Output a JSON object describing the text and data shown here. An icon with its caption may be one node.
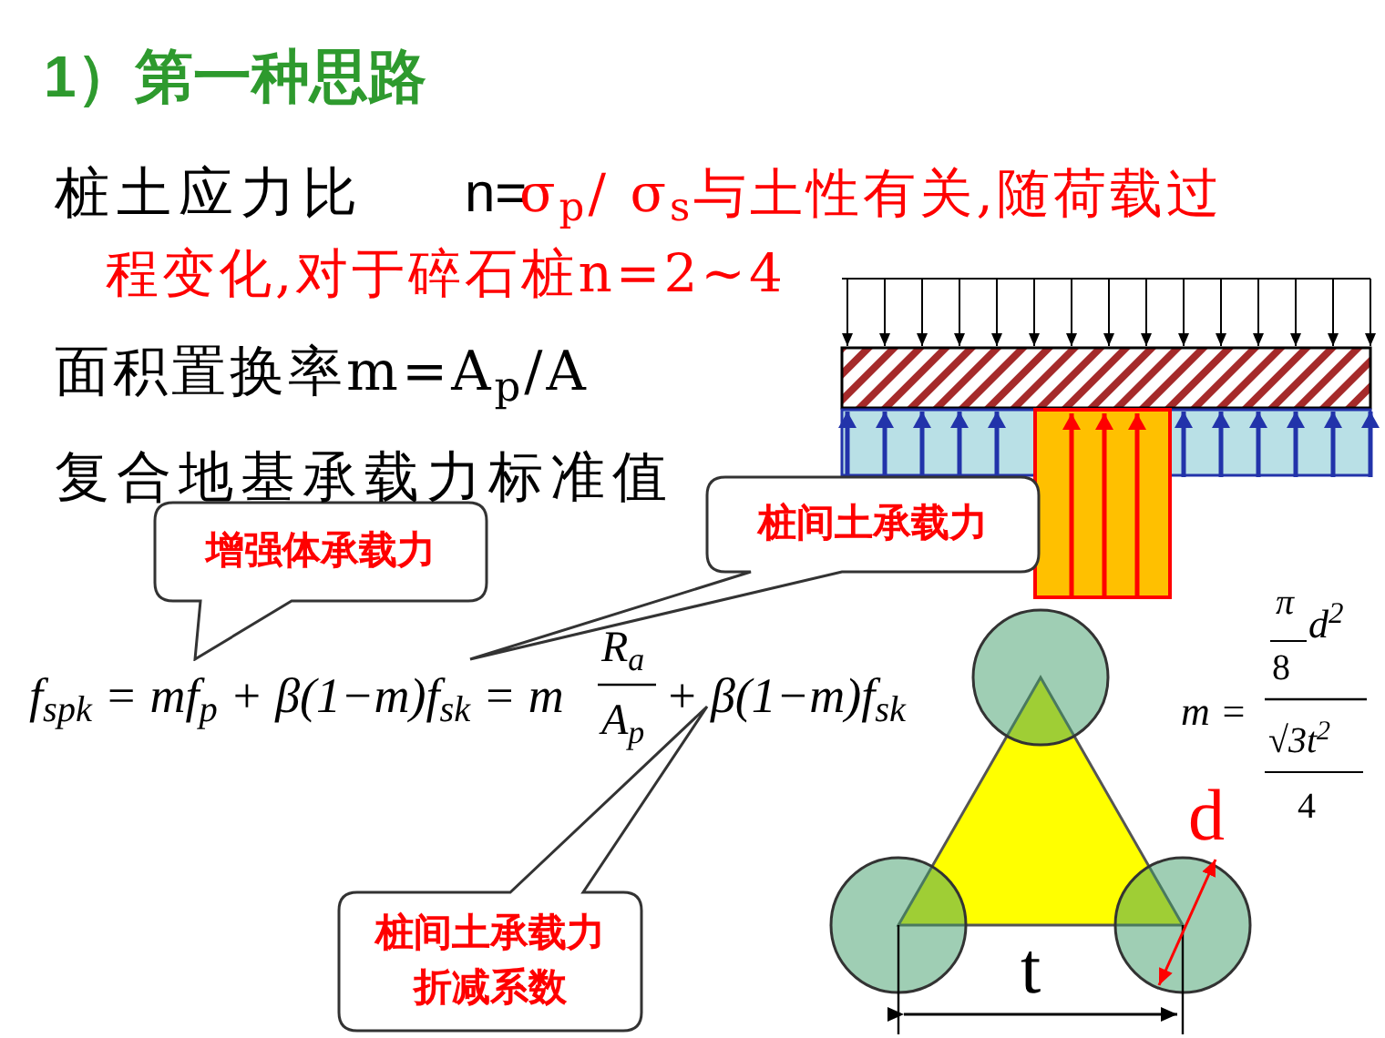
{
  "diagram": {
    "title": "1）第一种思路",
    "nodes": [
      {
        "text": [
          "增强体承载力"
        ]
      },
      {
        "text": [
          "桩间土承载力"
        ]
      },
      {
        "text": [
          "桩间土承载力折减系数"
        ]
      }
    ],
    "labels": [
      "桩土应力比",
      "n=",
      "σ$_{p}$/ σ$_{s}$与土性有关,随荷载过程变化,对于碎石桩n=2~4",
      "面积置换率m=A$_{p}$/A",
      "复合地基承载力标准值",
      "f$_{spk}$ = mf$_{p}$ + β(1−m)f$_{sk}$ = m",
      "R$_{a}$",
      "A$_{p}$",
      "+ β(1−m)f$_{sk}$",
      "m =",
      "π",
      "d$^{2}$",
      "8",
      "√3t$^{2}$",
      "4",
      "d",
      "t"
    ]
  }
}
